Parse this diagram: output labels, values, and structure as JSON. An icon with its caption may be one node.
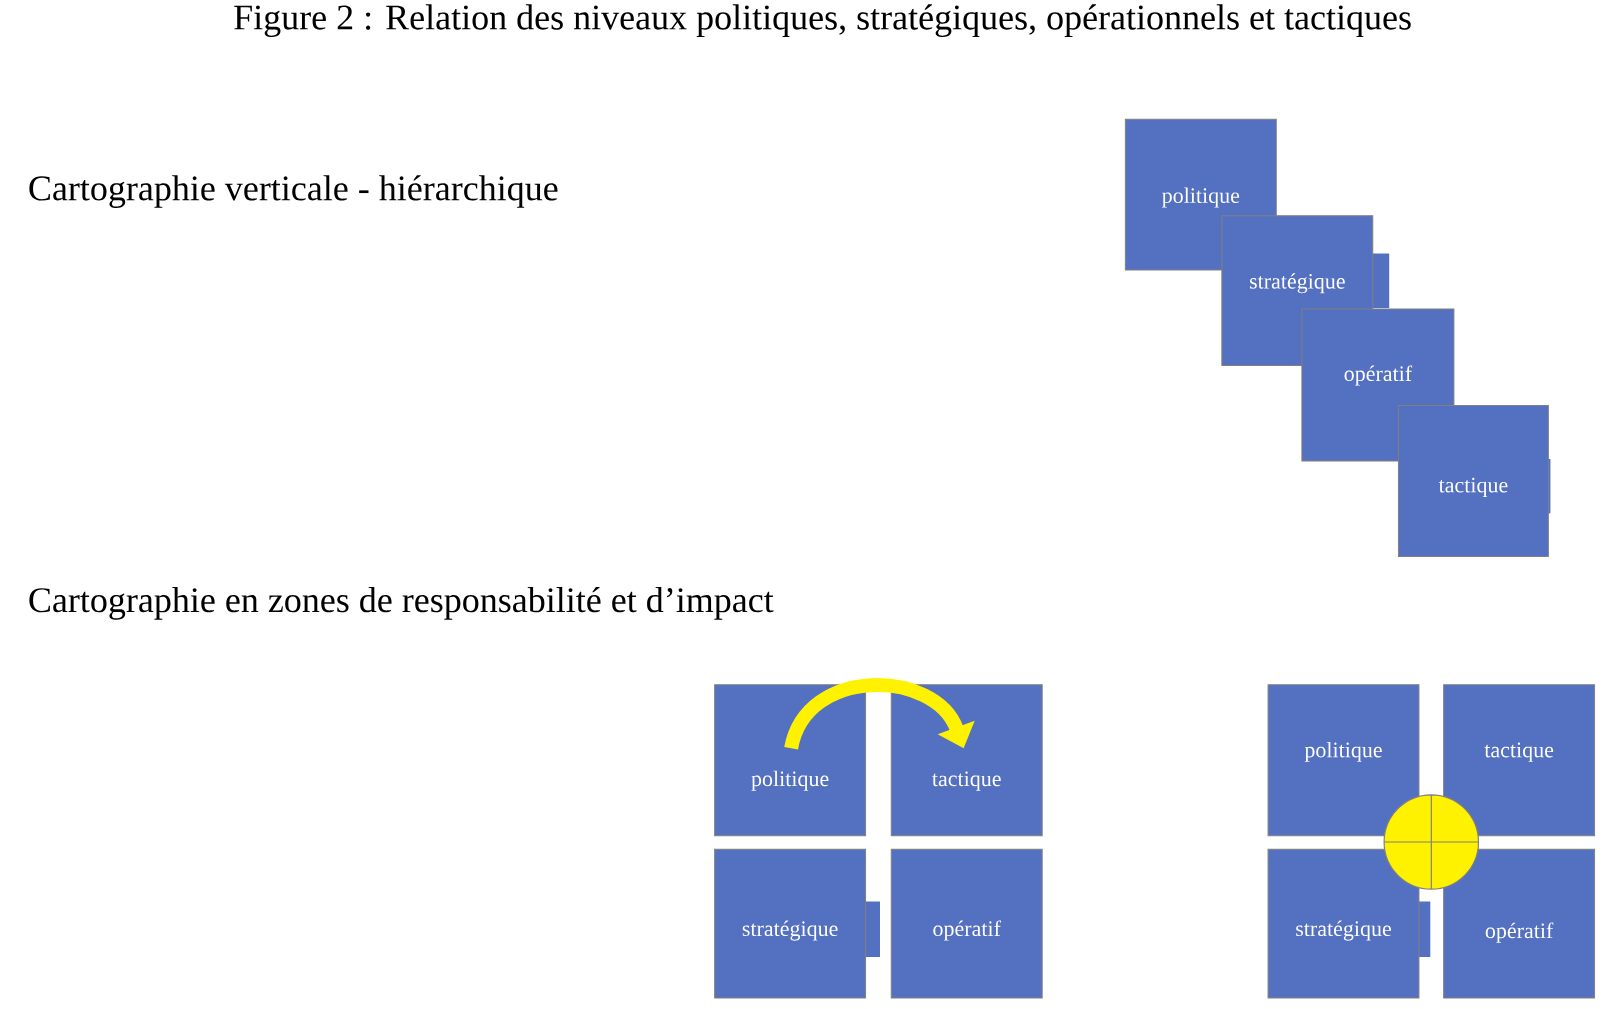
{
  "diagram": {
    "title": "Figure 2 : Relation des niveaux politiques, stratégiques, opérationnels et tactiques",
    "nodes": [
      {
        "text": [
          "politique"
        ]
      },
      {
        "text": [
          "stratégique"
        ]
      },
      {
        "text": [
          "opératif"
        ]
      },
      {
        "text": [
          "tactique"
        ]
      },
      {
        "text": [
          "politique"
        ]
      },
      {
        "text": [
          "tactique"
        ]
      },
      {
        "text": [
          "stratégique"
        ]
      },
      {
        "text": [
          "opératif"
        ]
      },
      {
        "text": [
          "politique"
        ]
      },
      {
        "text": [
          "tactique"
        ]
      },
      {
        "text": [
          "stratégique"
        ]
      },
      {
        "text": [
          "opératif"
        ]
      }
    ],
    "edges": [
      {
        "from": 4,
        "to": 5,
        "arrow": "to"
      }
    ],
    "labels": [
      "Cartographie verticale - hiérarchique",
      "Cartographie en zones de responsabilité et d’impact"
    ]
  }
}
